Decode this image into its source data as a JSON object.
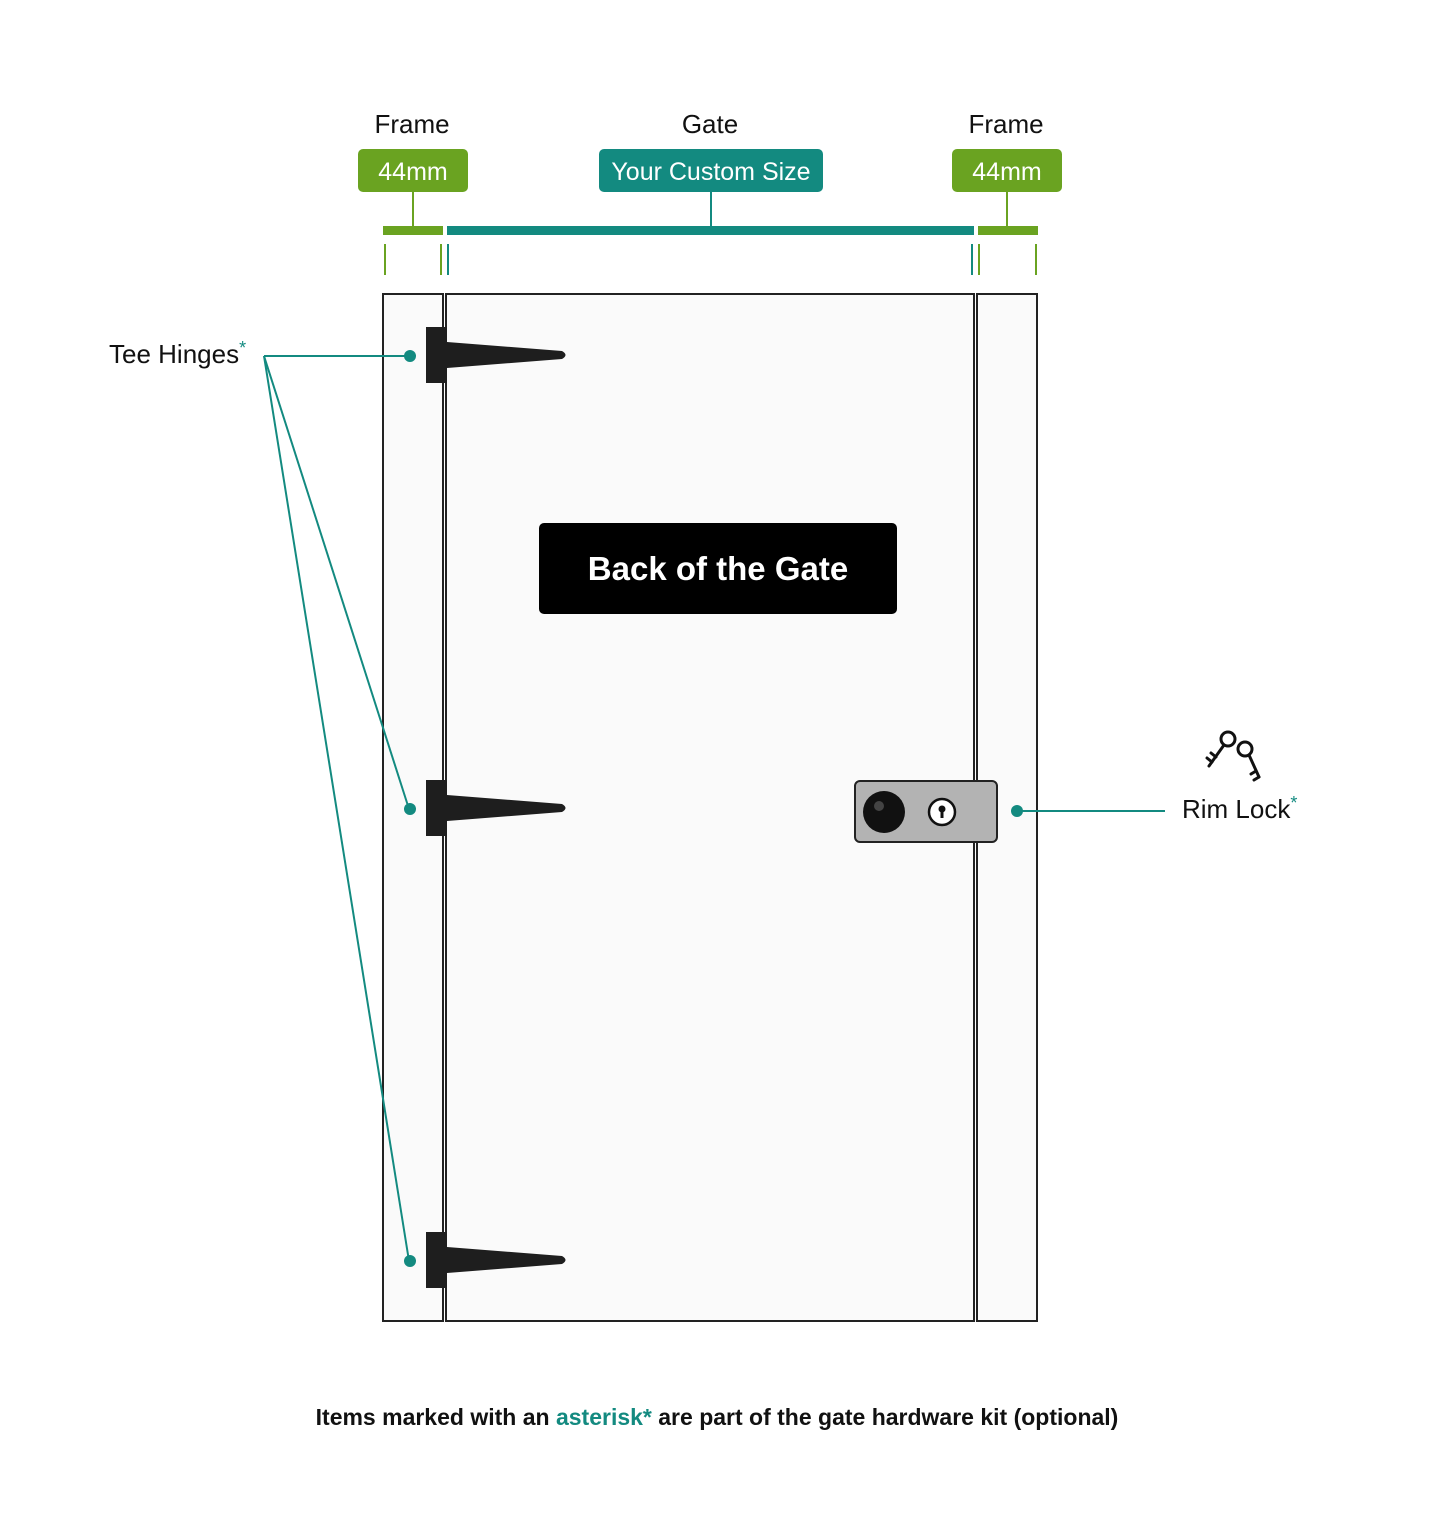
{
  "colors": {
    "frame_green": "#6aa321",
    "gate_teal": "#138a80",
    "panel_fill": "#fafafa",
    "outline": "#222222",
    "hinge": "#1e1e1e",
    "lock_plate": "#b3b3b3",
    "banner_bg": "#000000"
  },
  "dimensions": {
    "left": {
      "title": "Frame",
      "value": "44mm"
    },
    "center": {
      "title": "Gate",
      "value": "Your Custom Size"
    },
    "right": {
      "title": "Frame",
      "value": "44mm"
    }
  },
  "banner": {
    "label": "Back of the Gate"
  },
  "callouts": {
    "hinges": {
      "label": "Tee Hinges",
      "star": "*",
      "count": 3
    },
    "lock": {
      "label": "Rim Lock",
      "star": "*"
    }
  },
  "icons": {
    "keys": "keys-icon",
    "hinge": "tee-hinge-icon",
    "knob": "lock-knob-icon",
    "keyhole": "keyhole-icon"
  },
  "footnote": {
    "before": "Items marked with an ",
    "accent": "asterisk*",
    "after": " are part of the gate hardware kit (optional)"
  }
}
